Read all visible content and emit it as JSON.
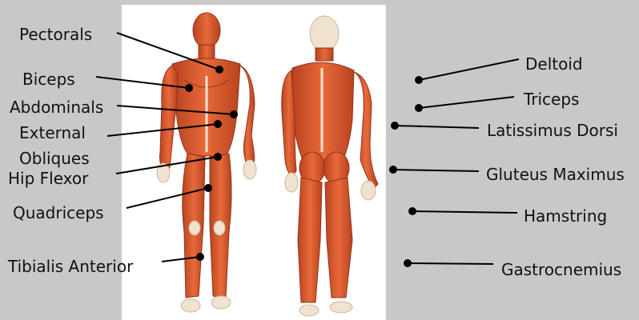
{
  "colors": {
    "background": "#c8c8c8",
    "panel": "#ffffff",
    "muscle": "#d9572e",
    "muscle_dark": "#a83a1c",
    "tendon": "#efe2cf",
    "line": "#000000"
  },
  "figures": {
    "front": "front-muscle-figure",
    "back": "back-muscle-figure"
  },
  "labels": {
    "pectorals": "Pectorals",
    "biceps": "Biceps",
    "abdominals": "Abdominals",
    "external": "External",
    "obliques": "Obliques",
    "hip_flexor": "Hip Flexor",
    "quadriceps": "Quadriceps",
    "tibialis_anterior": "Tibialis Anterior",
    "deltoid": "Deltoid",
    "triceps": "Triceps",
    "latissimus_dorsi": "Latissimus Dorsi",
    "gluteus_maximus": "Gluteus Maximus",
    "hamstring": "Hamstring",
    "gastrocnemius": "Gastrocnemius"
  }
}
